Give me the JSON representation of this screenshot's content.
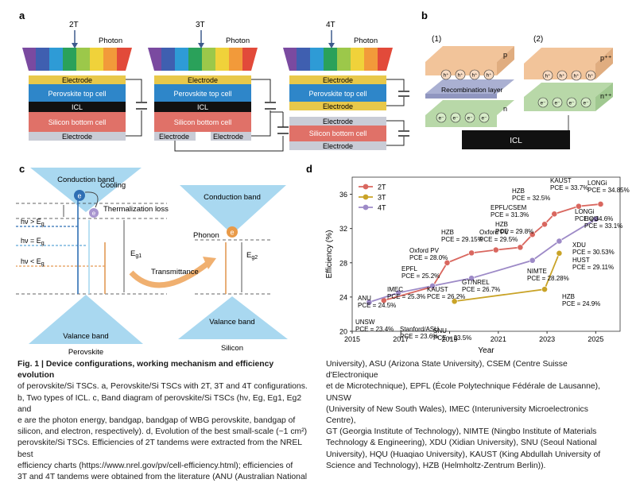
{
  "panels": {
    "a": "a",
    "b": "b",
    "c": "c",
    "d": "d"
  },
  "panel_a": {
    "configs": [
      "2T",
      "3T",
      "4T"
    ],
    "photon": "Photon",
    "electrode": "Electrode",
    "perovskite_top": "Perovskite top cell",
    "icl": "ICL",
    "silicon_bottom": "Silicon bottom cell",
    "colors": {
      "electrode": "#e8c84a",
      "perovskite": "#2e86c9",
      "icl": "#111111",
      "silicon": "#e07168",
      "bottom_electrode": "#c9ccd6"
    }
  },
  "panel_b": {
    "sub1": "(1)",
    "sub2": "(2)",
    "p": "p",
    "n": "n",
    "pplus": "p⁺⁺",
    "nplus": "n⁺⁺",
    "recomb": "Recombination layer",
    "hole": "h⁺",
    "electron": "e⁻",
    "icl": "ICL"
  },
  "panel_c": {
    "cb1": "Conduction band",
    "cooling": "Cooling",
    "thermal": "Thermalization loss",
    "hv_gt": "hν > E",
    "hv_eq": "hν = E",
    "hv_lt": "hν < E",
    "g": "g",
    "eg1": "E",
    "eg1_sub": "g1",
    "transmittance": "Transmittance",
    "phonon": "Phonon",
    "cb2": "Conduction band",
    "eg2": "E",
    "eg2_sub": "g2",
    "vb1": "Valance band",
    "vb2": "Valance band",
    "perovskite": "Perovskite",
    "silicon": "Silicon",
    "e": "e"
  },
  "chart_data": {
    "type": "line",
    "xlabel": "Year",
    "ylabel": "Efficiency (%)",
    "xlim": [
      2015,
      2026
    ],
    "ylim": [
      20,
      38
    ],
    "xticks": [
      2015,
      2017,
      2019,
      2021,
      2023,
      2025
    ],
    "yticks": [
      20,
      24,
      28,
      32,
      36
    ],
    "legend_position": "top-left",
    "series": [
      {
        "name": "2T",
        "color": "#d9675f",
        "x": [
          2016.3,
          2018.3,
          2018.9,
          2019.9,
          2020.9,
          2021.9,
          2022.4,
          2022.9,
          2023.3,
          2024.3,
          2025.2
        ],
        "y": [
          23.6,
          25.2,
          28.0,
          29.15,
          29.5,
          29.8,
          31.3,
          32.5,
          33.7,
          34.6,
          34.85
        ]
      },
      {
        "name": "3T",
        "color": "#c9a327",
        "x": [
          2019.2,
          2022.9,
          2023.5
        ],
        "y": [
          23.5,
          24.9,
          29.11
        ]
      },
      {
        "name": "4T",
        "color": "#9d8ac7",
        "x": [
          2015.7,
          2016.9,
          2018.3,
          2019.9,
          2022.4,
          2023.5,
          2025.0
        ],
        "y": [
          23.4,
          24.5,
          25.3,
          26.2,
          28.28,
          30.53,
          33.1
        ]
      }
    ],
    "annotations": [
      {
        "line1": "ANU",
        "line2": "PCE = 24.5%"
      },
      {
        "line1": "UNSW",
        "line2": "PCE = 23.4%"
      },
      {
        "line1": "IMEC",
        "line2": "PCE = 25.3%"
      },
      {
        "line1": "EPFL",
        "line2": "PCE = 25.2%"
      },
      {
        "line1": "Stanford/ASU",
        "line2": "PCE = 23.6%"
      },
      {
        "line1": "Oxford PV",
        "line2": "PCE = 28.0%"
      },
      {
        "line1": "HZB",
        "line2": "PCE = 29.15%"
      },
      {
        "line1": "KAUST",
        "line2": "PCE = 26.2%"
      },
      {
        "line1": "SNU",
        "line2": "PCE = 23.5%"
      },
      {
        "line1": "GT/NREL",
        "line2": "PCE = 26.7%"
      },
      {
        "line1": "Oxford PV",
        "line2": "PCE = 29.5%"
      },
      {
        "line1": "HZB",
        "line2": "PCE = 29.8%"
      },
      {
        "line1": "EPFL/CSEM",
        "line2": "PCE = 31.3%"
      },
      {
        "line1": "HZB",
        "line2": "PCE = 32.5%"
      },
      {
        "line1": "NIMTE",
        "line2": "PCE = 28.28%"
      },
      {
        "line1": "KAUST",
        "line2": "PCE = 33.7%"
      },
      {
        "line1": "LONGi",
        "line2": "PCE = 34.85%"
      },
      {
        "line1": "LONGi",
        "line2": "PCE = 34.6%"
      },
      {
        "line1": "HQU",
        "line2": "PCE = 33.1%"
      },
      {
        "line1": "XDU",
        "line2": "PCE = 30.53%"
      },
      {
        "line1": "HUST",
        "line2": "PCE = 29.11%"
      },
      {
        "line1": "HZB",
        "line2": "PCE = 24.9%"
      }
    ]
  },
  "caption": {
    "lines_left": [
      "Fig. 1 | Device configurations, working mechanism and efficiency evolution",
      "of perovskite/Si TSCs. a, Perovskite/Si TSCs with 2T, 3T and 4T configurations.",
      "b, Two types of ICL. c, Band diagram of perovskite/Si TSCs (hν, Eg, Eg1, Eg2 and",
      "e are the photon energy, bandgap, bandgap of WBG perovskite, bandgap of",
      "silicon, and electron, respectively). d, Evolution of the best small-scale (~1 cm²)",
      "perovskite/Si TSCs. Efficiencies of 2T tandems were extracted from the NREL best",
      "efficiency charts (https://www.nrel.gov/pv/cell-efficiency.html); efficiencies of",
      "3T and 4T tandems were obtained from the literature (ANU (Australian National"
    ],
    "lines_right": [
      "University), ASU (Arizona State University), CSEM (Centre Suisse d'Electronique",
      "et de Microtechnique), EPFL (École Polytechnique Fédérale de Lausanne), UNSW",
      "(University of New South Wales), IMEC (Interuniversity Microelectronics Centre),",
      "GT (Georgia Institute of Technology), NIMTE (Ningbo Institute of Materials",
      "Technology & Engineering), XDU (Xidian University), SNU (Seoul National",
      "University), HQU (Huaqiao University), KAUST (King Abdullah University of",
      "Science and Technology), HZB (Helmholtz-Zentrum Berlin))."
    ]
  }
}
